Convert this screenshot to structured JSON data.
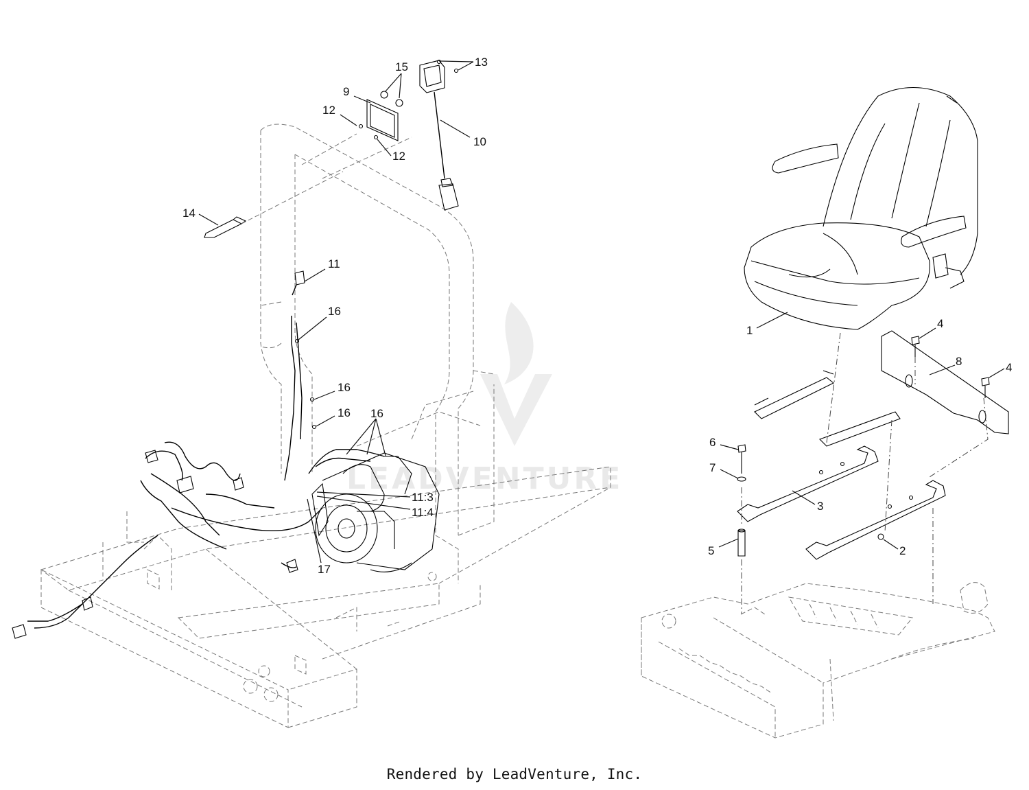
{
  "footer": {
    "credit": "Rendered by LeadVenture, Inc."
  },
  "watermark": {
    "text": "LEADVENTURE"
  },
  "callouts": {
    "c1": "1",
    "c2": "2",
    "c3": "3",
    "c4a": "4",
    "c4b": "4",
    "c5": "5",
    "c6": "6",
    "c7": "7",
    "c8": "8",
    "c9": "9",
    "c10": "10",
    "c11": "11",
    "c11_3": "11:3",
    "c11_4": "11:4",
    "c12a": "12",
    "c12b": "12",
    "c13": "13",
    "c14": "14",
    "c15": "15",
    "c16a": "16",
    "c16b": "16",
    "c16c": "16",
    "c16d": "16",
    "c17": "17"
  }
}
